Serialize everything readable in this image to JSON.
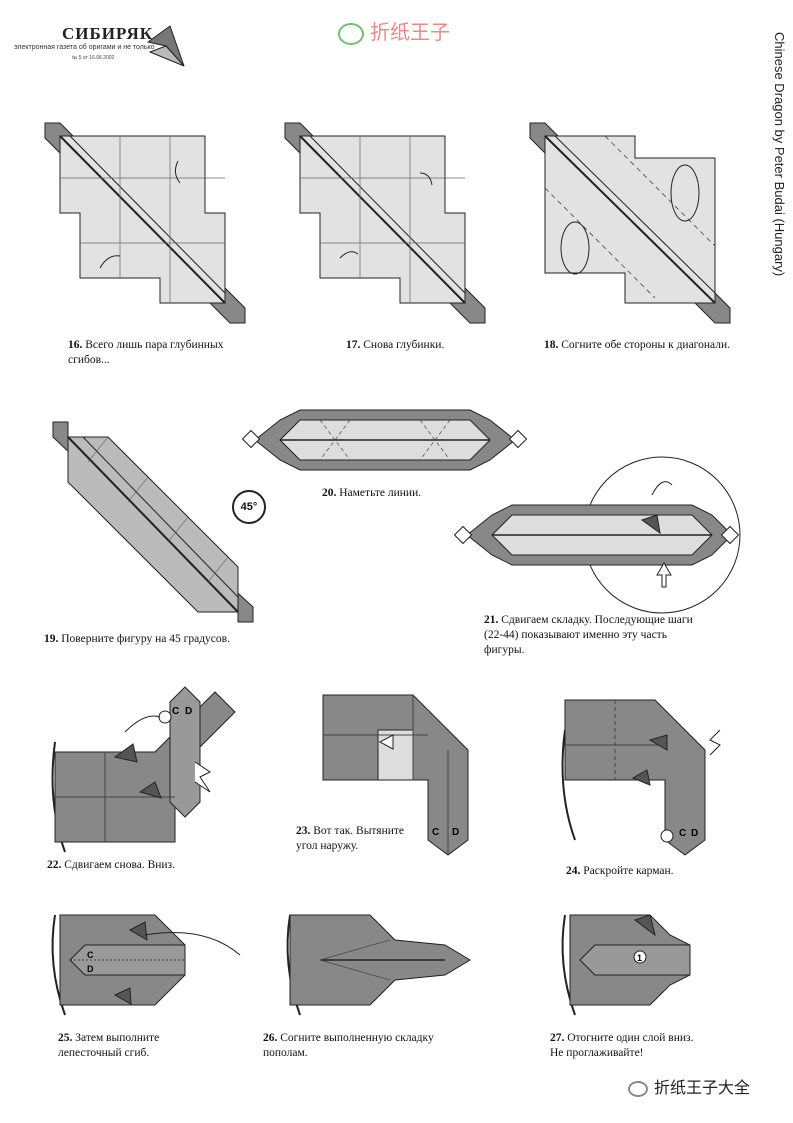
{
  "header": {
    "logo_title": "СИБИРЯК",
    "logo_subtitle": "электронная газета об оригами и не только",
    "issue": "№ 5 от 16.06.2002",
    "watermark": "折纸王子"
  },
  "side_credit": "Chinese Dragon by Peter Budai (Hungary)",
  "steps": [
    {
      "num": "16.",
      "text": "Всего лишь пара глубинных",
      "text2": "сгибов..."
    },
    {
      "num": "17.",
      "text": "Снова глубинки."
    },
    {
      "num": "18.",
      "text": "Согните обе стороны к диагонали."
    },
    {
      "num": "19.",
      "text": "Поверните фигуру на 45 градусов."
    },
    {
      "num": "20.",
      "text": "Наметьте линии."
    },
    {
      "num": "21.",
      "text": "Сдвигаем складку. Последующие шаги",
      "text2": "(22-44) показывают именно эту часть",
      "text3": "фигуры."
    },
    {
      "num": "22.",
      "text": "Сдвигаем снова. Вниз."
    },
    {
      "num": "23.",
      "text": "Вот так. Вытяните",
      "text2": "угол наружу."
    },
    {
      "num": "24.",
      "text": "Раскройте карман."
    },
    {
      "num": "25.",
      "text": "Затем выполните",
      "text2": "лепесточный сгиб."
    },
    {
      "num": "26.",
      "text": "Согните выполненную складку",
      "text2": "пополам."
    },
    {
      "num": "27.",
      "text": "Отогните один слой вниз.",
      "text2": "Не проглаживайте!"
    }
  ],
  "diagram_labels": {
    "rotate": "45°",
    "c": "C",
    "d": "D",
    "one": "1"
  },
  "footer_watermark": "折纸王子大全"
}
